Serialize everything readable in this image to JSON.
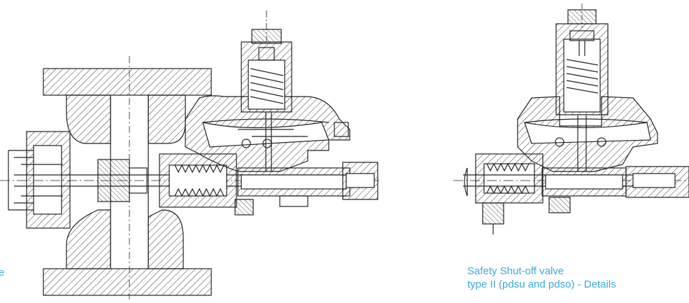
{
  "captions": {
    "left_fragment": "e",
    "right_line1": "Safety Shut-off valve",
    "right_line2": "type II (pdsu and pdso) - Details"
  },
  "colors": {
    "caption": "#3aa9d8",
    "line": "#222222",
    "background": "#ffffff"
  }
}
